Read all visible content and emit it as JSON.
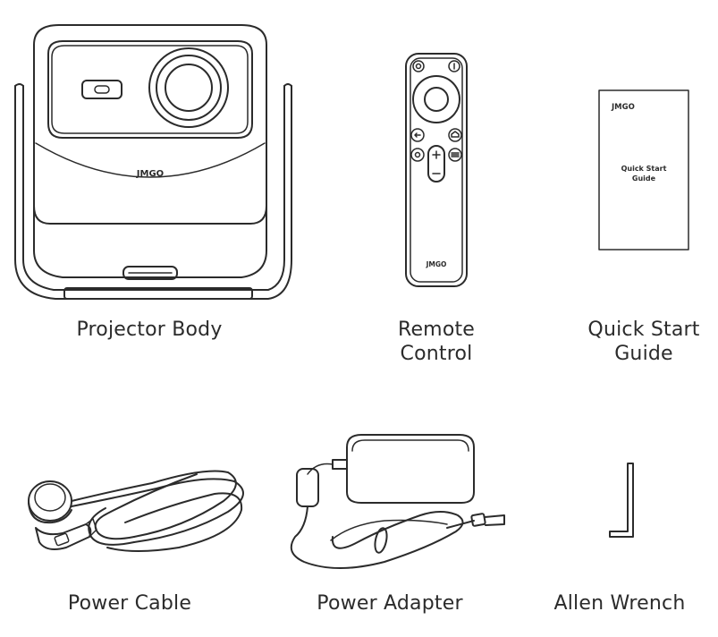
{
  "brand": "JMGO",
  "items": [
    {
      "id": "projector-body",
      "label_lines": [
        "Projector Body"
      ]
    },
    {
      "id": "remote-control",
      "label_lines": [
        "Remote",
        "Control"
      ]
    },
    {
      "id": "quick-start-guide",
      "label_lines": [
        "Quick Start",
        "Guide"
      ],
      "cover_lines": [
        "Quick Start",
        "Guide"
      ]
    },
    {
      "id": "power-cable",
      "label_lines": [
        "Power Cable"
      ]
    },
    {
      "id": "power-adapter",
      "label_lines": [
        "Power Adapter"
      ]
    },
    {
      "id": "allen-wrench",
      "label_lines": [
        "Allen Wrench"
      ]
    }
  ]
}
